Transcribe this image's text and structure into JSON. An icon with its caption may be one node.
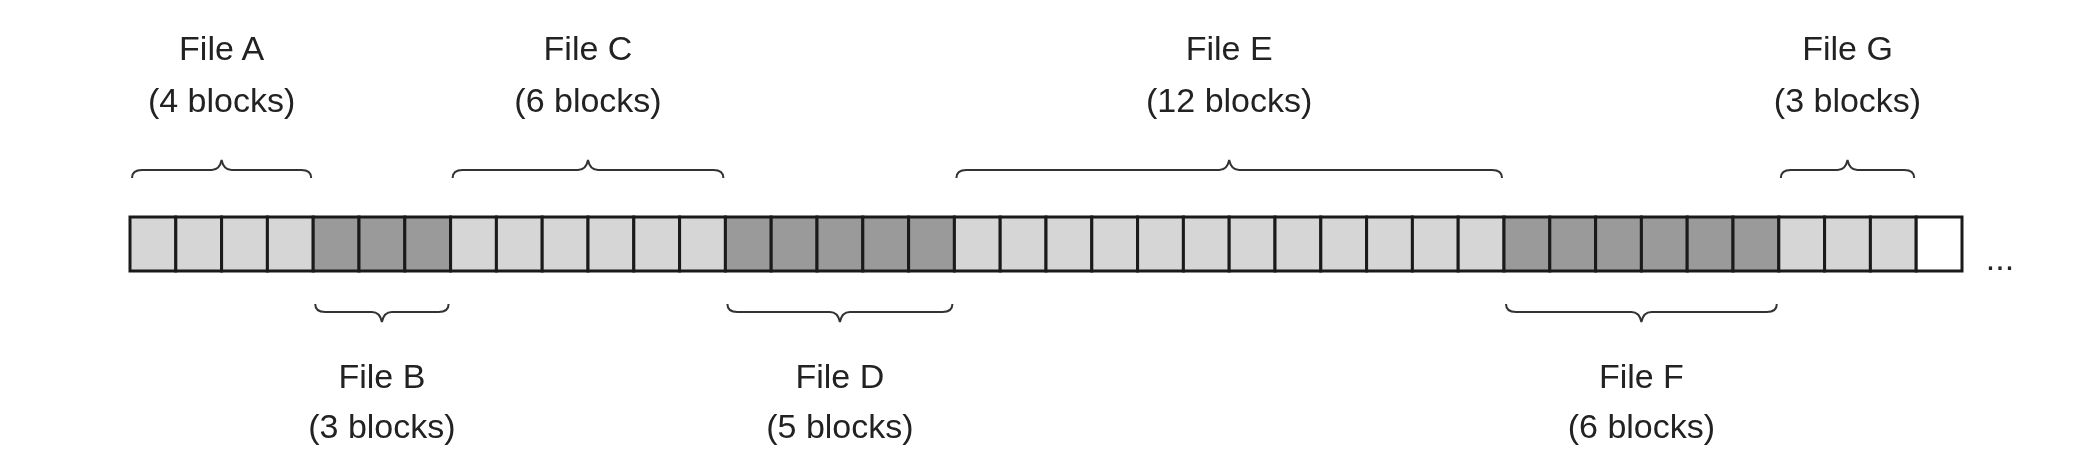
{
  "diagram": {
    "labels": [
      "File A",
      "(4 blocks)",
      "File B",
      "(3 blocks)",
      "File C",
      "(6 blocks)",
      "File D",
      "(5 blocks)",
      "File E",
      "(12 blocks)",
      "File F",
      "(6 blocks)",
      "File G",
      "(3 blocks)",
      "..."
    ]
  }
}
